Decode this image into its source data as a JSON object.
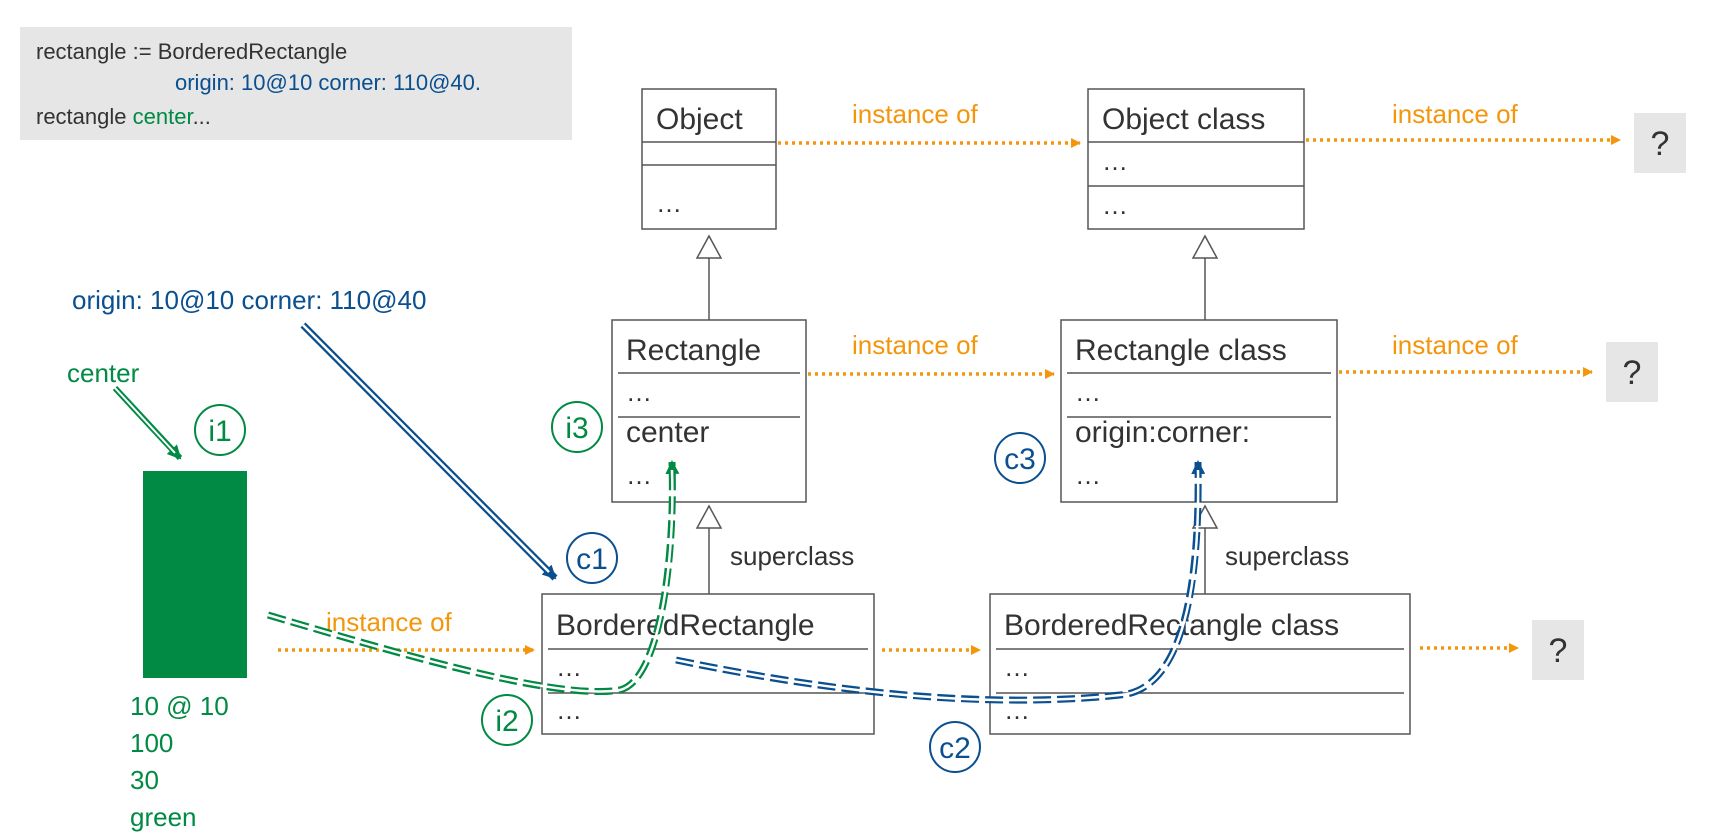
{
  "code_box": {
    "line1": "rectangle := BorderedRectangle",
    "line2": "origin: 10@10 corner: 110@40.",
    "line3_prefix": "rectangle ",
    "line3_message": "center",
    "line3_suffix": "..."
  },
  "message_labels": {
    "origin_corner": "origin: 10@10 corner: 110@40",
    "center": "center"
  },
  "classes": {
    "object": {
      "name": "Object",
      "compartment2": "…"
    },
    "object_class": {
      "name": "Object class",
      "compartment1": "…",
      "compartment2": "…"
    },
    "rectangle": {
      "name": "Rectangle",
      "compartment1": "…",
      "compartment2_method": "center",
      "compartment2_more": "…"
    },
    "rectangle_class": {
      "name": "Rectangle class",
      "compartment1": "…",
      "compartment2_method": "origin:corner:",
      "compartment2_more": "…"
    },
    "bordered_rectangle": {
      "name": "BorderedRectangle",
      "compartment1": "…",
      "compartment2": "…"
    },
    "bordered_rectangle_class": {
      "name": "BorderedRectangle class",
      "compartment1": "…",
      "compartment2": "…"
    }
  },
  "relations": {
    "instance_of": "instance of",
    "superclass": "superclass",
    "unknown": "?"
  },
  "instance": {
    "values": [
      "10 @ 10",
      "100",
      "30",
      "green"
    ]
  },
  "step_markers": {
    "i1": "i1",
    "i2": "i2",
    "i3": "i3",
    "c1": "c1",
    "c2": "c2",
    "c3": "c3"
  },
  "colors": {
    "green": "#008a43",
    "blue": "#0a4f8f",
    "orange": "#f4960c",
    "box_stroke": "#555555",
    "text": "#333333",
    "gray_box": "#e6e6e6"
  }
}
